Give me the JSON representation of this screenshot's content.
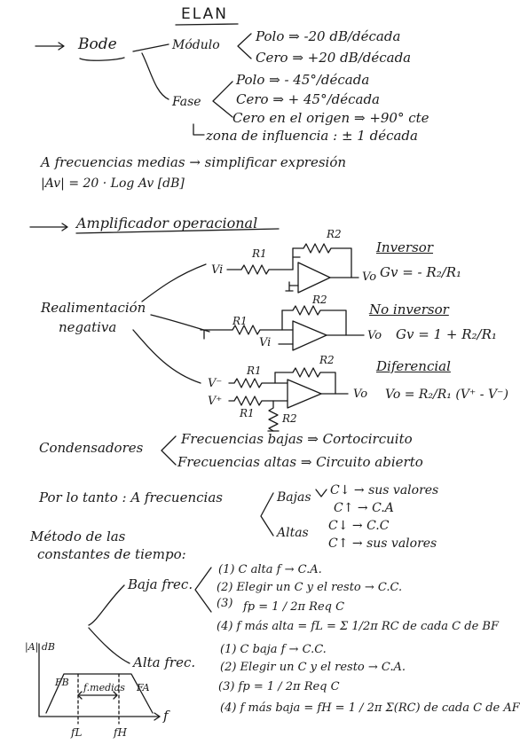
{
  "title": "ELAN",
  "bode": {
    "label": "Bode",
    "modulo": "Módulo",
    "polo_mod": "Polo ⇒ -20 dB/década",
    "cero_mod": "Cero ⇒ +20 dB/década",
    "fase": "Fase",
    "polo_fase": "Polo ⇒ - 45°/década",
    "cero_fase": "Cero ⇒ + 45°/década",
    "cero_origen": "Cero en el origen ⇒ +90° cte",
    "zona": "zona de influencia : ± 1 década"
  },
  "medias": {
    "line1": "A frecuencias medias → simplificar expresión",
    "line2": "|Av| = 20 · Log Av  [dB]"
  },
  "amp": {
    "title": "Amplificador operacional",
    "realim_1": "Realimentación",
    "realim_2": "negativa",
    "inv_title": "Inversor",
    "inv_formula": "Gv = - R₂/R₁",
    "noinv_title": "No inversor",
    "noinv_formula": "Gv = 1 + R₂/R₁",
    "dif_title": "Diferencial",
    "dif_formula": "Vo = R₂/R₁ (V⁺ - V⁻)",
    "r1": "R1",
    "r2": "R2",
    "vi": "Vi",
    "vo": "Vo",
    "vminus": "V⁻",
    "vplus": "V⁺"
  },
  "cond": {
    "label": "Condensadores",
    "bajas": "Frecuencias bajas ⇒ Cortocircuito",
    "altas": "Frecuencias altas ⇒ Circuito abierto"
  },
  "tanto": {
    "intro": "Por lo tanto : A frecuencias",
    "bajas": "Bajas",
    "altas": "Altas",
    "b1": "C↓ → sus valores",
    "b2": "C↑ → C.A",
    "a1": "C↓ → C.C",
    "a2": "C↑ → sus valores"
  },
  "metodo": {
    "title_1": "Método de las",
    "title_2": "constantes de tiempo:",
    "baja": "Baja frec.",
    "alta": "Alta frec.",
    "b1": "(1) C alta f → C.A.",
    "b2": "(2) Elegir un C y el resto → C.C.",
    "b3_pre": "(3)",
    "b3": "fp = 1 / 2π Req C",
    "b4": "(4) f más alta = fL = Σ 1/2π RC  de cada C de BF",
    "a1": "(1) C baja f → C.C.",
    "a2": "(2) Elegir un C y el resto → C.A.",
    "a3": "(3) fp = 1 / 2π Req C",
    "a4": "(4) f más baja = fH = 1 / 2π Σ(RC)  de cada C de AF"
  },
  "graph": {
    "ylabel": "|A| dB",
    "fb": "FB",
    "fa": "FA",
    "medias": "f.medias",
    "xlabel": "f",
    "fl": "fL",
    "fh": "fH"
  }
}
